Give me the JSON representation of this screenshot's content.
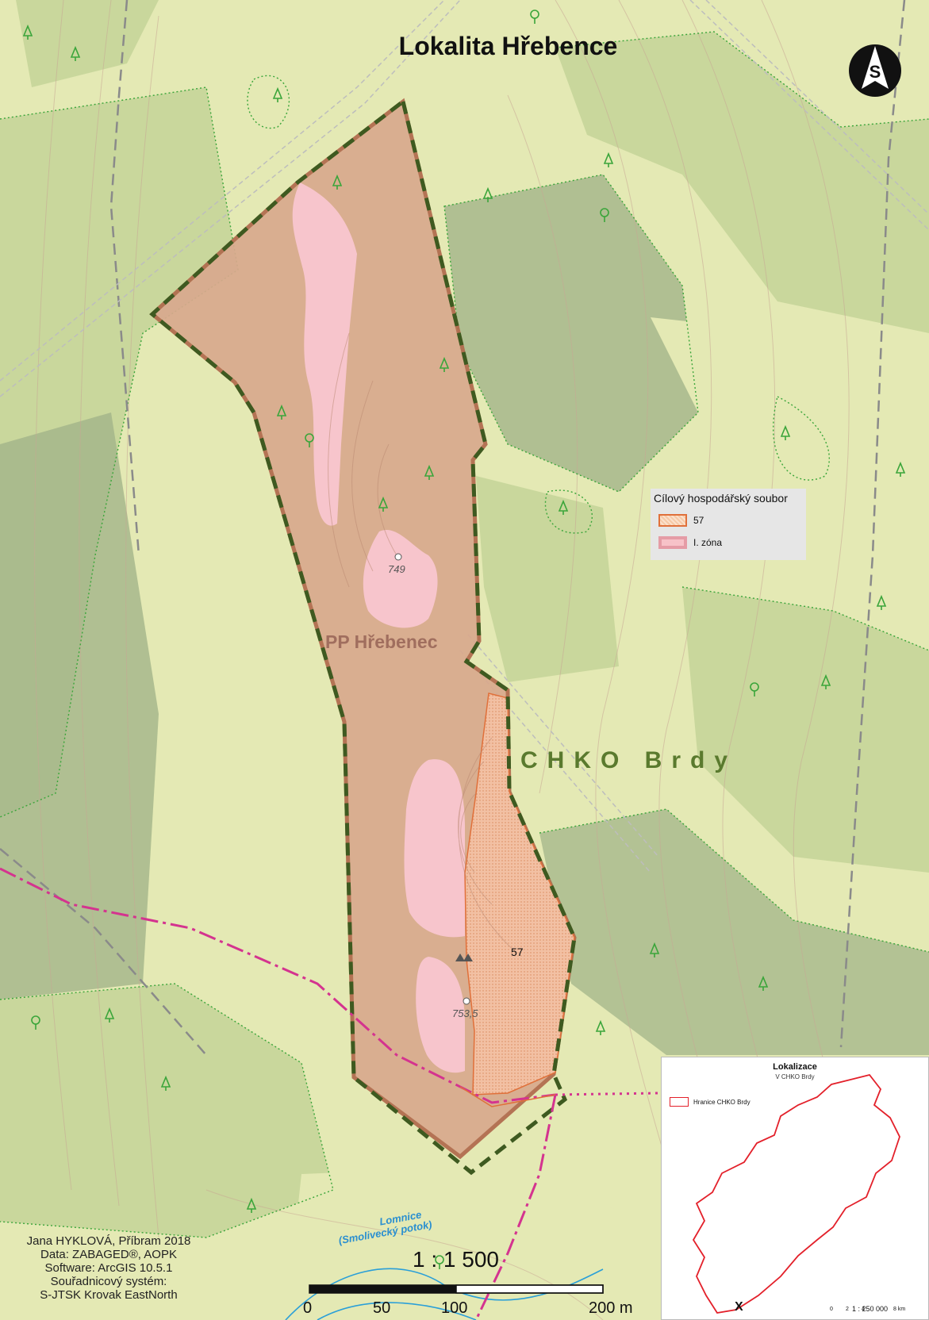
{
  "map": {
    "title": "Lokalita Hřebence",
    "labels": {
      "reserve": "PP Hřebenec",
      "area": "CHKO Brdy",
      "spot_heights": [
        "749",
        "753,5"
      ],
      "stand": "57",
      "river": [
        "Lomnice",
        "(Smolivecký potok)"
      ]
    },
    "legend": {
      "title": "Cílový hospodářský soubor",
      "items": [
        {
          "label": "57",
          "symbol": "stand"
        },
        {
          "label": "I. zóna",
          "symbol": "zone"
        }
      ]
    },
    "north_arrow": {
      "letter": "S"
    },
    "scale": {
      "ratio": "1 : 1 500",
      "ticks": [
        "0",
        "50",
        "100",
        "200 m"
      ]
    },
    "credits": {
      "author": "Jana HYKLOVÁ, Příbram 2018",
      "data": "Data: ZABAGED®, AOPK",
      "software": "Software: ArcGIS 10.5.1",
      "crs_label": "Souřadnicový systém:",
      "crs": "S-JTSK Krovak EastNorth"
    },
    "inset": {
      "title": "Lokalizace",
      "subtitle": "V CHKO Brdy",
      "legend_label": "Hranice CHKO Brdy",
      "marker": "X",
      "scale_ratio": "1 : 250 000",
      "scale_ticks": [
        "0",
        "2",
        "4",
        "8 km"
      ]
    },
    "colors": {
      "light_forest": "#e4e9b4",
      "medium_forest": "#c9d79c",
      "dark_forest": "#a3b48a",
      "reserve_fill": "#d9a98e",
      "reserve_border": "#b06a4c",
      "zone_fill": "#f7c5cc",
      "chko_border": "#3e5a20",
      "trail": "#d4338f",
      "river": "#2a9fd8",
      "inset_border": "#e3202a"
    }
  }
}
